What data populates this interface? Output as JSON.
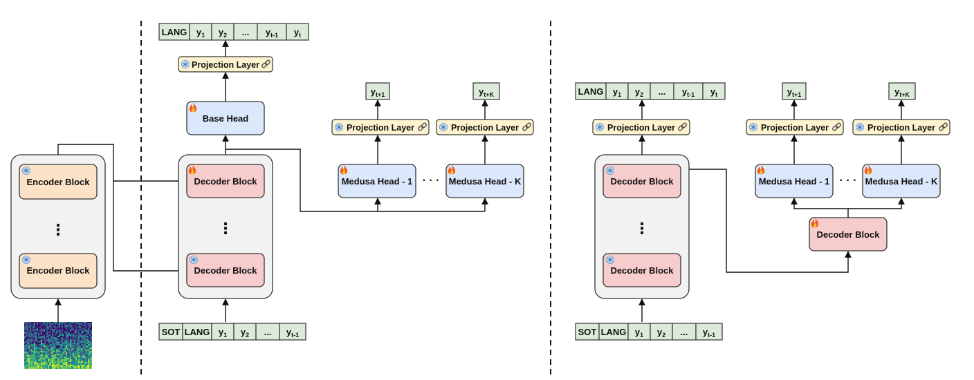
{
  "colors": {
    "encoder_fill": "#fce3c8",
    "decoder_fill": "#f6cccc",
    "head_fill": "#dbe8fb",
    "projection_fill": "#fdf3cf",
    "token_fill": "#dcebd9",
    "container_fill": "#f2f2f2",
    "stroke": "#222222"
  },
  "icons": {
    "frozen": "snowflake-icon",
    "trainable": "fire-icon",
    "tied": "link-icon",
    "input": "spectrogram-icon"
  },
  "encoder": {
    "top_label": "Encoder Block",
    "bottom_label": "Encoder Block",
    "ellipsis": "⋮"
  },
  "left": {
    "output_tokens": [
      {
        "base": "LANG",
        "sub": ""
      },
      {
        "base": "y",
        "sub": "1"
      },
      {
        "base": "y",
        "sub": "2"
      },
      {
        "base": "...",
        "sub": ""
      },
      {
        "base": "y",
        "sub": "t-1"
      },
      {
        "base": "y",
        "sub": "t"
      }
    ],
    "input_tokens": [
      {
        "base": "SOT",
        "sub": ""
      },
      {
        "base": "LANG",
        "sub": ""
      },
      {
        "base": "y",
        "sub": "1"
      },
      {
        "base": "y",
        "sub": "2"
      },
      {
        "base": "...",
        "sub": ""
      },
      {
        "base": "y",
        "sub": "t-1"
      }
    ],
    "projection_label": "Projection Layer",
    "base_head_label": "Base Head",
    "decoder_top_label": "Decoder Block",
    "decoder_bottom_label": "Decoder Block",
    "ellipsis": "⋮",
    "medusa_heads": [
      {
        "label": "Medusa Head - 1",
        "projection": "Projection Layer",
        "out_base": "y",
        "out_sub": "t+1"
      },
      {
        "label": "Medusa Head - K",
        "projection": "Projection Layer",
        "out_base": "y",
        "out_sub": "t+K"
      }
    ],
    "heads_ellipsis": "· · ·"
  },
  "right": {
    "output_tokens": [
      {
        "base": "LANG",
        "sub": ""
      },
      {
        "base": "y",
        "sub": "1"
      },
      {
        "base": "y",
        "sub": "2"
      },
      {
        "base": "...",
        "sub": ""
      },
      {
        "base": "y",
        "sub": "t-1"
      },
      {
        "base": "y",
        "sub": "t"
      }
    ],
    "input_tokens": [
      {
        "base": "SOT",
        "sub": ""
      },
      {
        "base": "LANG",
        "sub": ""
      },
      {
        "base": "y",
        "sub": "1"
      },
      {
        "base": "y",
        "sub": "2"
      },
      {
        "base": "...",
        "sub": ""
      },
      {
        "base": "y",
        "sub": "t-1"
      }
    ],
    "projection_label": "Projection Layer",
    "decoder_top_label": "Decoder Block",
    "decoder_bottom_label": "Decoder Block",
    "ellipsis": "⋮",
    "extra_decoder_label": "Decoder Block",
    "medusa_heads": [
      {
        "label": "Medusa Head - 1",
        "projection": "Projection Layer",
        "out_base": "y",
        "out_sub": "t+1"
      },
      {
        "label": "Medusa Head - K",
        "projection": "Projection Layer",
        "out_base": "y",
        "out_sub": "t+K"
      }
    ],
    "heads_ellipsis": "· · ·"
  }
}
